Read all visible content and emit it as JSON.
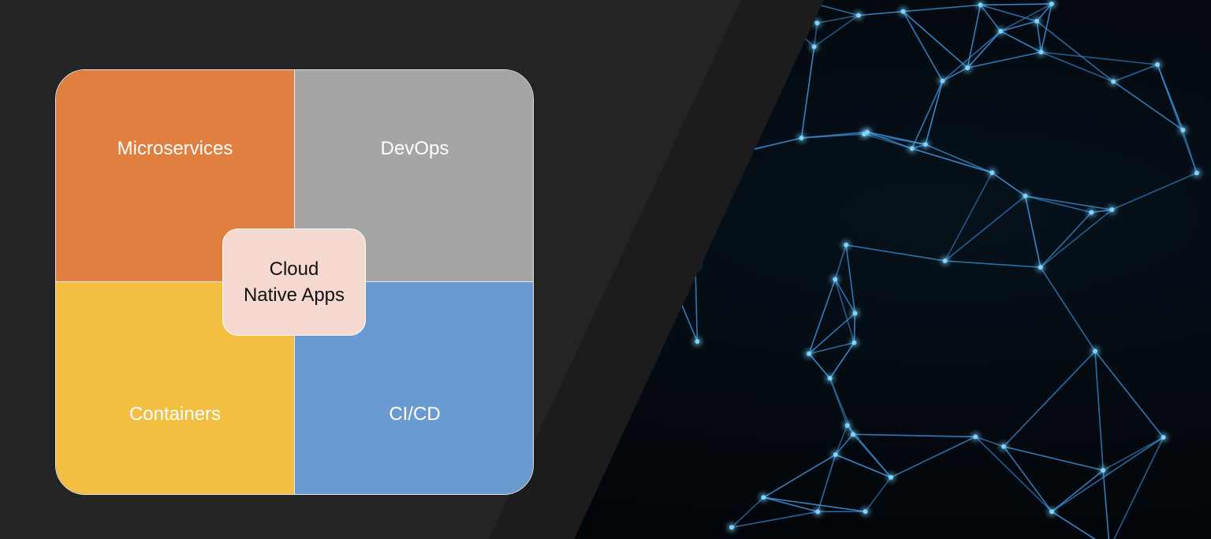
{
  "diagram": {
    "quadrants": [
      {
        "label": "Microservices",
        "color": "#e07f3f"
      },
      {
        "label": "DevOps",
        "color": "#a5a5a5"
      },
      {
        "label": "Containers",
        "color": "#f3bf42"
      },
      {
        "label": "CI/CD",
        "color": "#6a9bd0"
      }
    ],
    "center": {
      "line1": "Cloud",
      "line2": "Native Apps",
      "color": "#f5d8cf"
    }
  },
  "decor": {
    "background_color": "#242424",
    "network_line_color": "#3b8fd6",
    "network_node_color": "#7fd3ff",
    "image": "network-globe"
  }
}
